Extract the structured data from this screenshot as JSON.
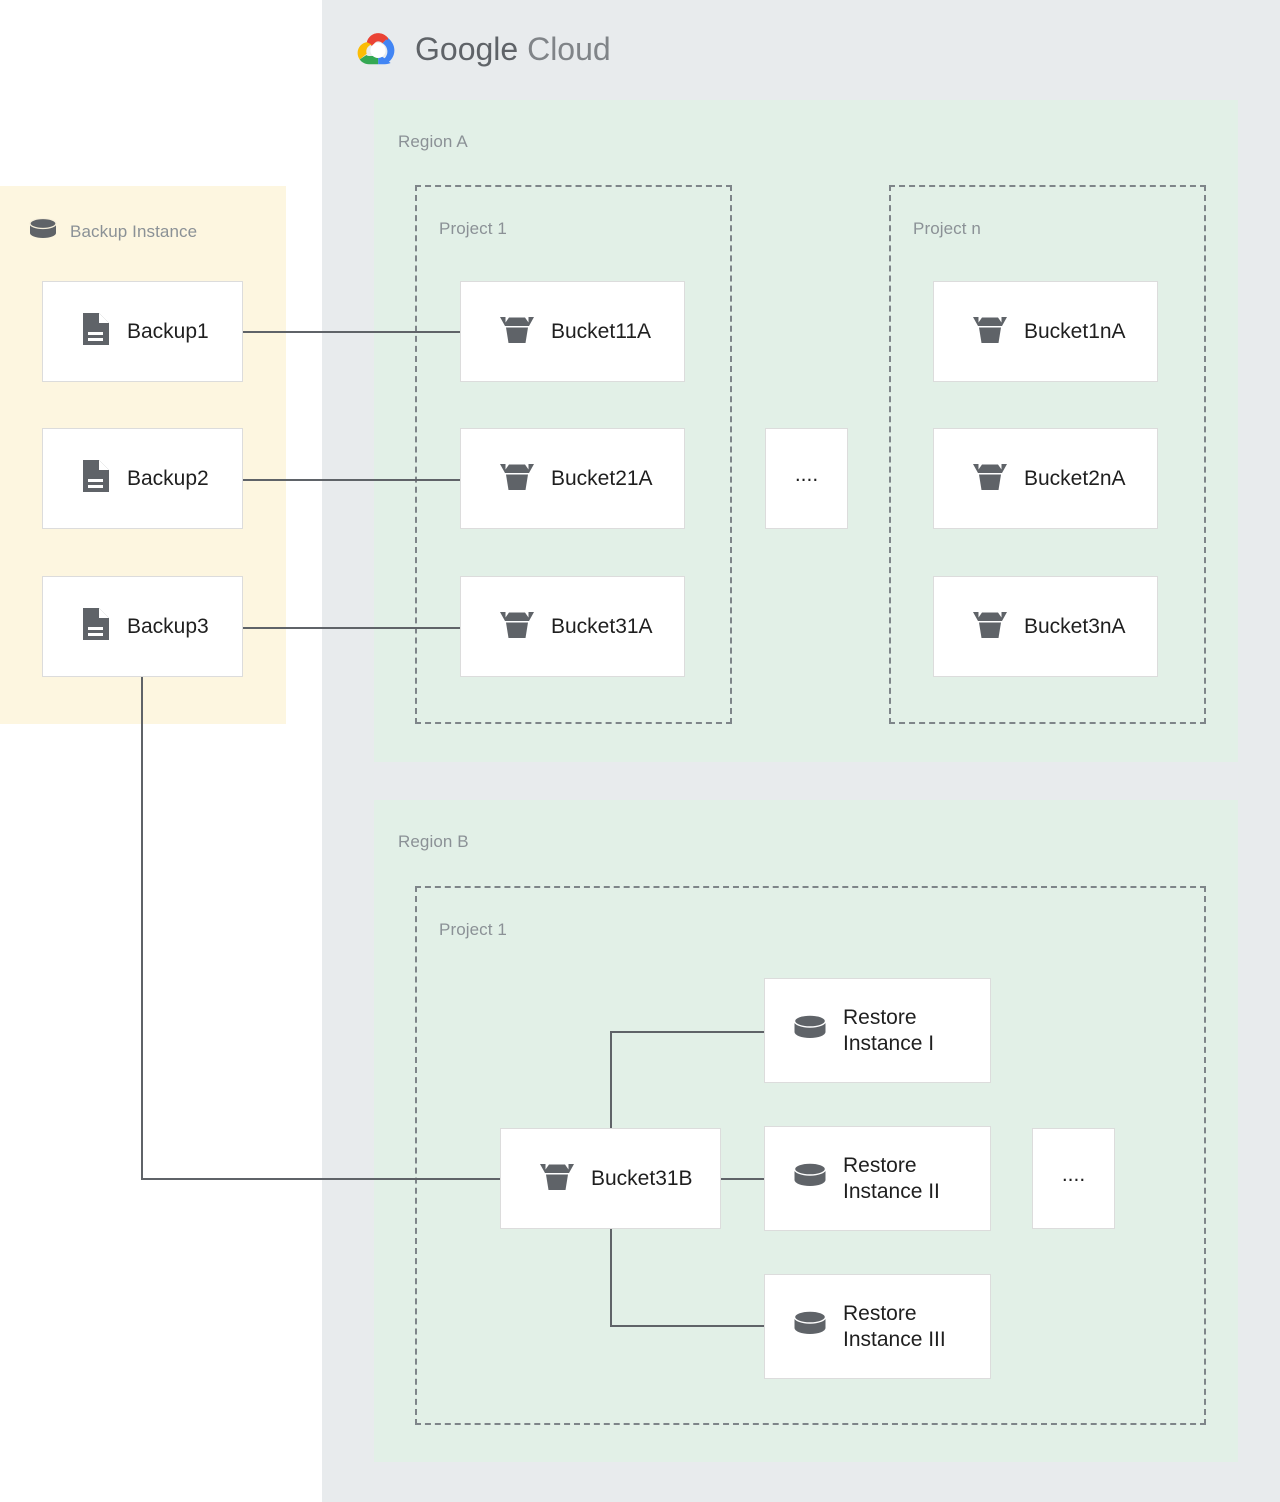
{
  "brand": {
    "logo_icon": "google-cloud-logo-icon",
    "name_part1": "Google",
    "name_part2": "Cloud",
    "colors": {
      "red": "#EA4335",
      "yellow": "#FBBC05",
      "green": "#34A853",
      "blue": "#4285F4",
      "panel_bg": "#e8ebed",
      "region_bg": "#e2f0e7",
      "backup_bg": "#fdf6e0",
      "connector": "#5f6368",
      "label_text": "#8b9196",
      "icon_gray": "#5f6368"
    }
  },
  "backup_instance": {
    "title": "Backup Instance",
    "icon": "database-cylinder-icon",
    "backups": [
      {
        "label": "Backup1",
        "icon": "document-icon"
      },
      {
        "label": "Backup2",
        "icon": "document-icon"
      },
      {
        "label": "Backup3",
        "icon": "document-icon"
      }
    ]
  },
  "regions": [
    {
      "name": "Region A",
      "projects": [
        {
          "name": "Project 1",
          "nodes": [
            {
              "label": "Bucket11A",
              "icon": "storage-bucket-icon"
            },
            {
              "label": "Bucket21A",
              "icon": "storage-bucket-icon"
            },
            {
              "label": "Bucket31A",
              "icon": "storage-bucket-icon"
            }
          ]
        },
        {
          "name": "Project n",
          "nodes": [
            {
              "label": "Bucket1nA",
              "icon": "storage-bucket-icon"
            },
            {
              "label": "Bucket2nA",
              "icon": "storage-bucket-icon"
            },
            {
              "label": "Bucket3nA",
              "icon": "storage-bucket-icon"
            }
          ]
        }
      ],
      "ellipsis": "...."
    },
    {
      "name": "Region B",
      "projects": [
        {
          "name": "Project 1",
          "bucket": {
            "label": "Bucket31B",
            "icon": "storage-bucket-icon"
          },
          "restore_instances": [
            {
              "label": "Restore\nInstance I",
              "icon": "database-cylinder-icon"
            },
            {
              "label": "Restore\nInstance II",
              "icon": "database-cylinder-icon"
            },
            {
              "label": "Restore\nInstance III",
              "icon": "database-cylinder-icon"
            }
          ]
        }
      ],
      "ellipsis": "...."
    }
  ],
  "connections": [
    {
      "from": "Backup1",
      "to": "Bucket11A"
    },
    {
      "from": "Backup2",
      "to": "Bucket21A"
    },
    {
      "from": "Backup3",
      "to": "Bucket31A"
    },
    {
      "from": "Backup3",
      "to": "Bucket31B"
    },
    {
      "from": "Bucket31B",
      "to": "Restore Instance I"
    },
    {
      "from": "Bucket31B",
      "to": "Restore Instance II"
    },
    {
      "from": "Bucket31B",
      "to": "Restore Instance III"
    }
  ]
}
